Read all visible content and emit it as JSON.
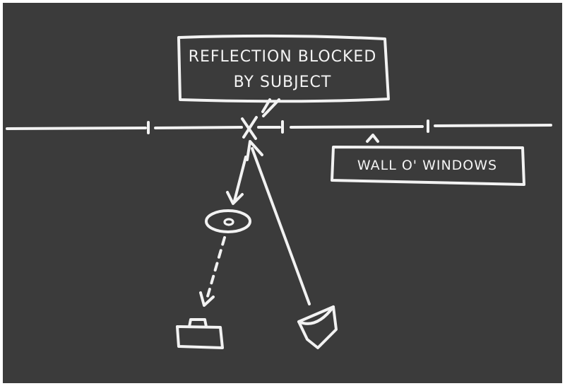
{
  "colors": {
    "board": "#3b3b3b",
    "chalk": "#f2f2f2",
    "border": "#ffffff"
  },
  "callouts": {
    "reflection_line1": "REFLECTION BLOCKED",
    "reflection_line2": "BY SUBJECT",
    "wall": "WALL O' WINDOWS"
  },
  "icons": {
    "subject": "head-top-view-icon",
    "camera": "camera-icon",
    "light": "light-icon",
    "blocked": "x-mark-icon"
  }
}
